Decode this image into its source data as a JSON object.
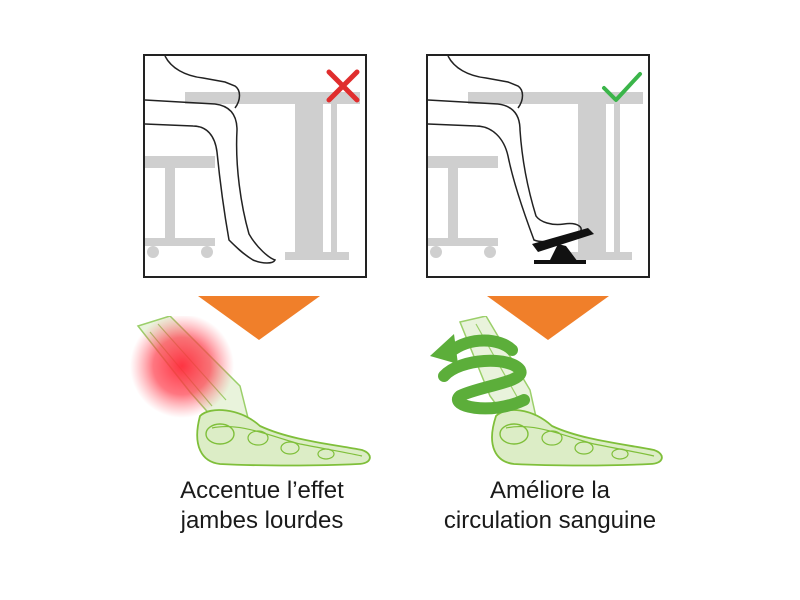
{
  "panels": [
    {
      "id": "bad",
      "indicator": "cross-icon",
      "indicator_color": "#e02d2d",
      "caption_line1": "Accentue l’effet",
      "caption_line2": "jambes lourdes"
    },
    {
      "id": "good",
      "indicator": "check-icon",
      "indicator_color": "#3bb54a",
      "caption_line1": "Améliore la",
      "caption_line2": "circulation sanguine"
    }
  ],
  "colors": {
    "furniture": "#cfcfcf",
    "arrow": "#f07f2a",
    "foot_green": "#7fbf3a",
    "pain_red": "#ff3040",
    "circulation_arrow": "#5cae3a"
  }
}
